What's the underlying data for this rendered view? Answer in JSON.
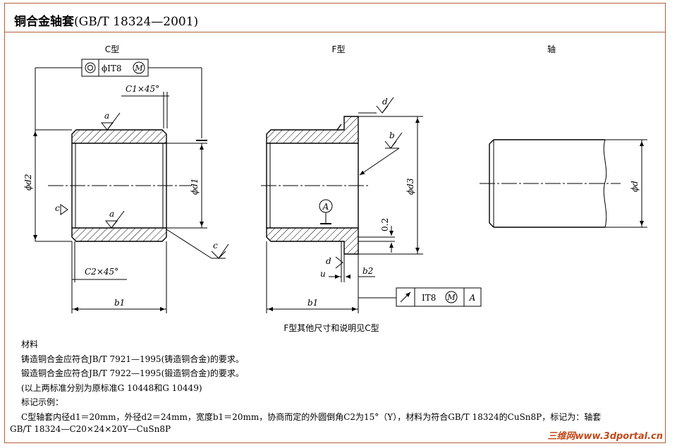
{
  "title": {
    "main": "铜合金轴套",
    "std": "(GB/T 18324—2001)"
  },
  "views": {
    "c_type": "C型",
    "f_type": "F型",
    "shaft": "轴"
  },
  "labels": {
    "phi_it8": "ϕIT8",
    "m_symbol": "M",
    "c1_chamfer": "C1×45°",
    "c2_chamfer": "C2×45°",
    "a": "a",
    "b": "b",
    "c": "c",
    "d": "d",
    "phi_d1": "ϕd1",
    "phi_d2": "ϕd2",
    "phi_d3": "ϕd3",
    "phi_d": "ϕd",
    "b1": "b1",
    "b2": "b2",
    "u": "u",
    "dim_02": "0.2",
    "datum_a": "A",
    "it8": "IT8"
  },
  "caption": "F型其他尺寸和说明见C型",
  "materials": [
    "材料",
    "铸造铜合金应符合JB/T 7921—1995(铸造铜合金)的要求。",
    "锻造铜合金应符合JB/T 7922—1995(锻造铜合金)的要求。",
    " (以上两标准分别为原标准G 10448和G 10449)",
    "标记示例：",
    "C型轴套内径d1＝20mm，外径d2＝24mm，宽度b1＝20mm，协商而定的外圆倒角C2为15°（Y），材料为符合GB/T 18324的CuSn8P，标记为：轴套",
    "GB/T 18324—C20×24×20Y—CuSn8P"
  ],
  "watermark": "三维网www.3dportal.cn"
}
